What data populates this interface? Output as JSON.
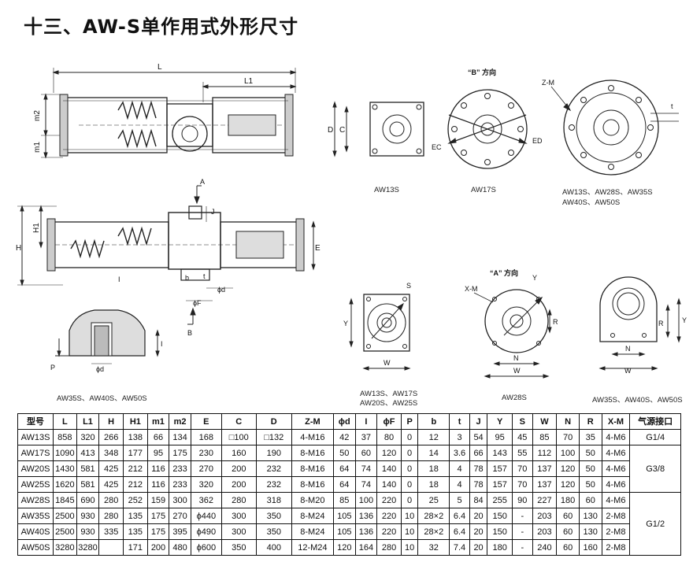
{
  "title": "十三、AW-S单作用式外形尺寸",
  "figures": {
    "top_view": {
      "dims": [
        "L",
        "L1",
        "m2",
        "m1"
      ]
    },
    "side_view": {
      "dims": [
        "H",
        "H1",
        "A",
        "J",
        "E",
        "I",
        "b",
        "t",
        "ϕd",
        "ϕF",
        "B"
      ]
    },
    "detail_view": {
      "dims": [
        "I",
        "P",
        "ϕd"
      ],
      "caption": "AW35S、AW40S、AW50S"
    },
    "aw13_square": {
      "dims": [
        "D",
        "C"
      ],
      "caption": "AW13S"
    },
    "aw17_flange": {
      "header": "“B” 方向",
      "dims": [
        "EC",
        "ED"
      ],
      "caption": "AW17S"
    },
    "zm_flange": {
      "dims": [
        "Z-M",
        "t"
      ],
      "caption_line1": "AW13S、AW28S、AW35S",
      "caption_line2": "AW40S、AW50S"
    },
    "aw13_20_25": {
      "dims": [
        "S",
        "Y",
        "W"
      ],
      "caption_line1": "AW13S、AW17S",
      "caption_line2": "AW20S、AW25S"
    },
    "aw28_round": {
      "header": "“A” 方向",
      "dims": [
        "X-M",
        "Y",
        "R",
        "N",
        "W"
      ],
      "caption": "AW28S"
    },
    "aw35_50_round": {
      "dims": [
        "R",
        "Y",
        "N",
        "W"
      ],
      "caption": "AW35S、AW40S、AW50S"
    }
  },
  "table": {
    "headers": [
      "型号",
      "L",
      "L1",
      "H",
      "H1",
      "m1",
      "m2",
      "E",
      "C",
      "D",
      "Z-M",
      "ϕd",
      "I",
      "ϕF",
      "P",
      "b",
      "t",
      "J",
      "Y",
      "S",
      "W",
      "N",
      "R",
      "X-M",
      "气源接口"
    ],
    "rows": [
      [
        "AW13S",
        "858",
        "320",
        "266",
        "138",
        "66",
        "134",
        "168",
        "□100",
        "□132",
        "4-M16",
        "42",
        "37",
        "80",
        "0",
        "12",
        "3",
        "54",
        "95",
        "45",
        "85",
        "70",
        "35",
        "4-M6"
      ],
      [
        "AW17S",
        "1090",
        "413",
        "348",
        "177",
        "95",
        "175",
        "230",
        "160",
        "190",
        "8-M16",
        "50",
        "60",
        "120",
        "0",
        "14",
        "3.6",
        "66",
        "143",
        "55",
        "112",
        "100",
        "50",
        "4-M6"
      ],
      [
        "AW20S",
        "1430",
        "581",
        "425",
        "212",
        "116",
        "233",
        "270",
        "200",
        "232",
        "8-M16",
        "64",
        "74",
        "140",
        "0",
        "18",
        "4",
        "78",
        "157",
        "70",
        "137",
        "120",
        "50",
        "4-M6"
      ],
      [
        "AW25S",
        "1620",
        "581",
        "425",
        "212",
        "116",
        "233",
        "320",
        "200",
        "232",
        "8-M16",
        "64",
        "74",
        "140",
        "0",
        "18",
        "4",
        "78",
        "157",
        "70",
        "137",
        "120",
        "50",
        "4-M6"
      ],
      [
        "AW28S",
        "1845",
        "690",
        "280",
        "252",
        "159",
        "300",
        "362",
        "280",
        "318",
        "8-M20",
        "85",
        "100",
        "220",
        "0",
        "25",
        "5",
        "84",
        "255",
        "90",
        "227",
        "180",
        "60",
        "4-M6"
      ],
      [
        "AW35S",
        "2500",
        "930",
        "280",
        "135",
        "175",
        "270",
        "ϕ440",
        "300",
        "350",
        "8-M24",
        "105",
        "136",
        "220",
        "10",
        "28×2",
        "6.4",
        "20",
        "150",
        "-",
        "203",
        "60",
        "130",
        "2-M8"
      ],
      [
        "AW40S",
        "2500",
        "930",
        "335",
        "135",
        "175",
        "395",
        "ϕ490",
        "300",
        "350",
        "8-M24",
        "105",
        "136",
        "220",
        "10",
        "28×2",
        "6.4",
        "20",
        "150",
        "-",
        "203",
        "60",
        "130",
        "2-M8"
      ],
      [
        "AW50S",
        "3280",
        "3280",
        "",
        "171",
        "200",
        "480",
        "ϕ600",
        "350",
        "400",
        "12-M24",
        "120",
        "164",
        "280",
        "10",
        "32",
        "7.4",
        "20",
        "180",
        "-",
        "240",
        "60",
        "160",
        "2-M8"
      ]
    ],
    "air_ports": [
      "G1/4",
      "G3/8",
      "G1/2"
    ]
  }
}
